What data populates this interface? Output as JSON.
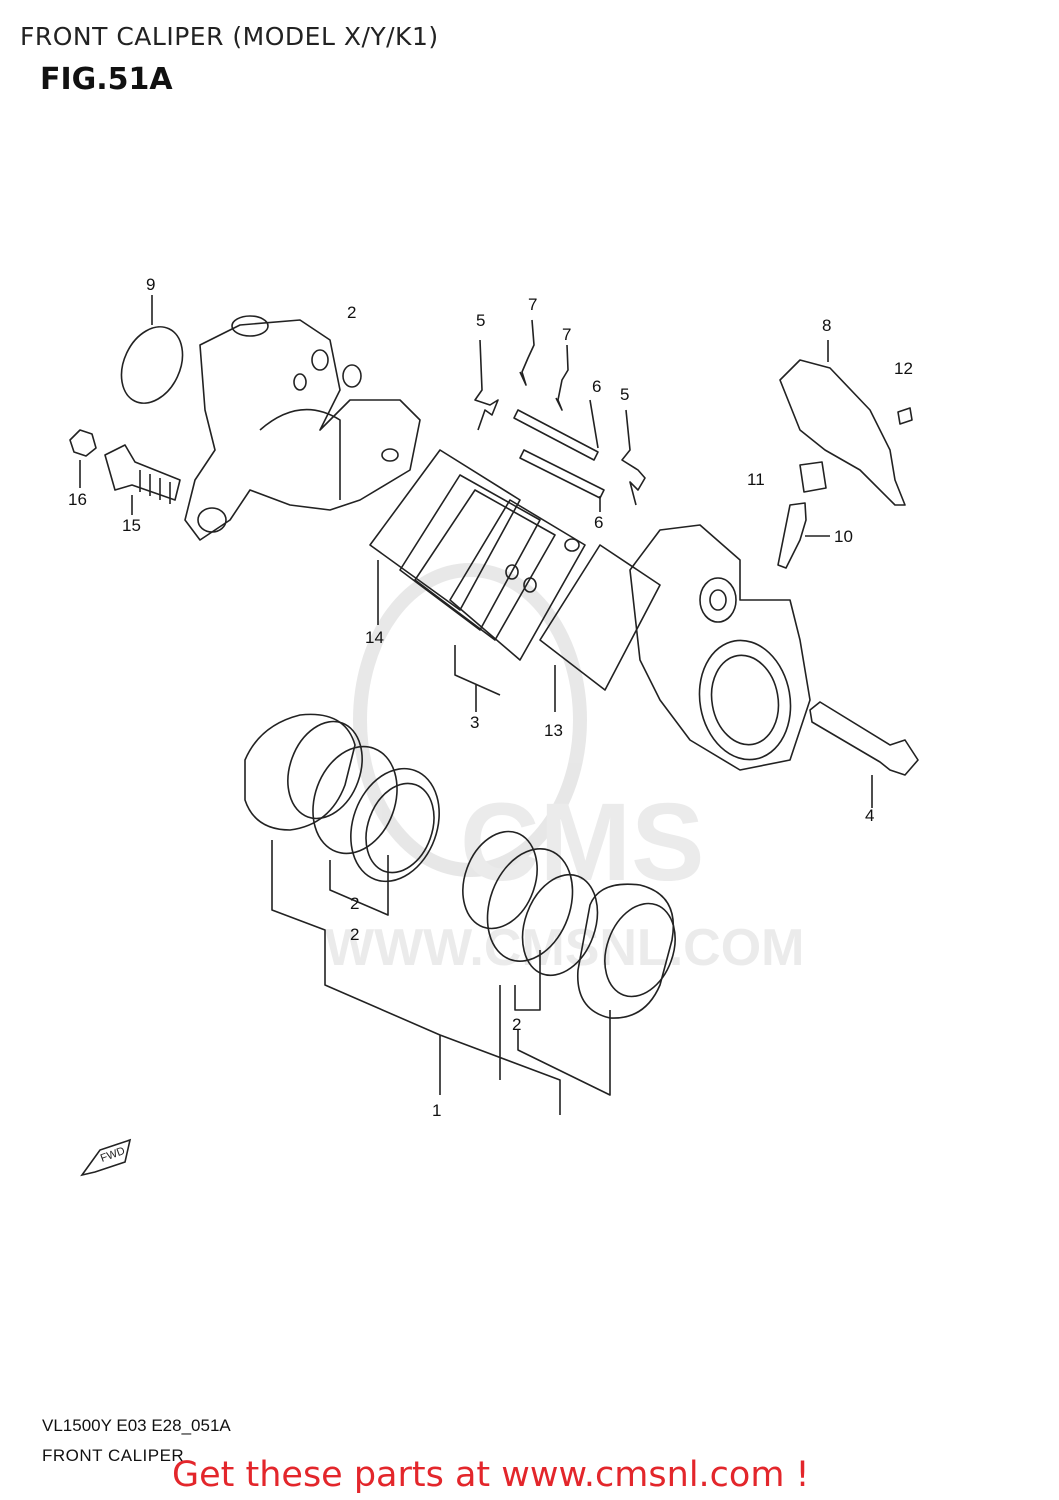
{
  "header": {
    "title": "FRONT CALIPER (MODEL X/Y/K1)",
    "figure": "FIG.51A"
  },
  "diagram": {
    "callouts": [
      "9",
      "2",
      "5",
      "7",
      "7",
      "6",
      "5",
      "8",
      "12",
      "16",
      "15",
      "11",
      "10",
      "6",
      "14",
      "3",
      "13",
      "4",
      "2",
      "2",
      "2",
      "1"
    ],
    "watermark": {
      "logo": "CMS",
      "url": "WWW.CMSNL.COM"
    },
    "fwd_arrow": "FWD"
  },
  "footer": {
    "code": "VL1500Y E03 E28_051A",
    "caption": "FRONT CALIPER",
    "promo": "Get these parts at www.cmsnl.com !"
  },
  "colors": {
    "line": "#222222",
    "promo": "#e3262b",
    "watermark": "#cfcfcf"
  }
}
